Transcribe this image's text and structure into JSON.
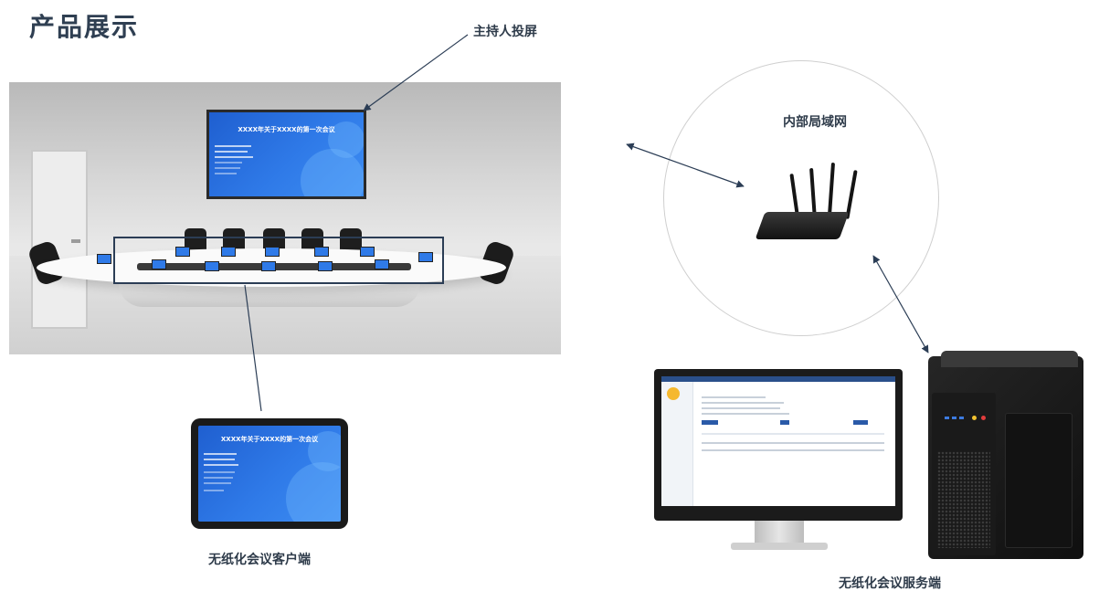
{
  "title": "产品展示",
  "labels": {
    "host_projection": "主持人投屏",
    "lan": "内部局域网",
    "client": "无纸化会议客户端",
    "server": "无纸化会议服务端"
  },
  "screen": {
    "meeting_title": "XXXX年关于XXXX的第一次会议"
  },
  "colors": {
    "accent": "#2b3d55",
    "screen_blue": "#2f7ae8"
  }
}
